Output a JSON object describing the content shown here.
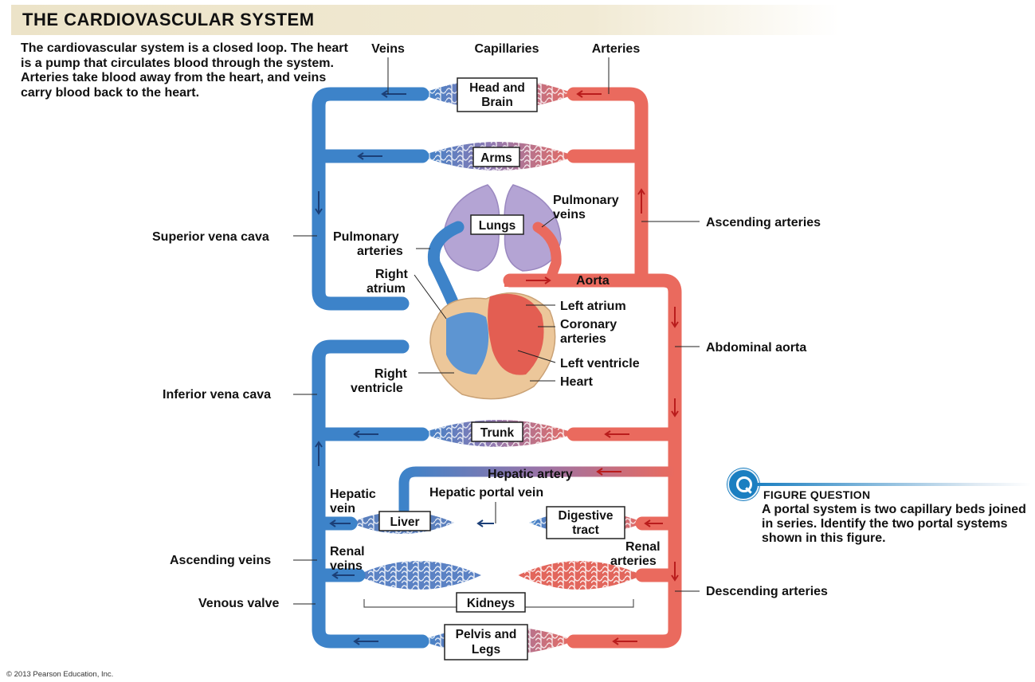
{
  "title": "THE CARDIOVASCULAR SYSTEM",
  "intro": "The cardiovascular system is a closed loop. The heart is a pump that circulates blood through the system. Arteries take blood away from the heart, and veins carry blood back to the heart.",
  "labels": {
    "veins": "Veins",
    "capillaries": "Capillaries",
    "arteries": "Arteries",
    "pulmonary_veins_1": "Pulmonary",
    "pulmonary_veins_2": "veins",
    "ascending_arteries": "Ascending arteries",
    "superior_vena_cava": "Superior vena cava",
    "pulmonary_arteries_1": "Pulmonary",
    "pulmonary_arteries_2": "arteries",
    "right_atrium_1": "Right",
    "right_atrium_2": "atrium",
    "aorta": "Aorta",
    "left_atrium": "Left atrium",
    "coronary_arteries_1": "Coronary",
    "coronary_arteries_2": "arteries",
    "abdominal_aorta": "Abdominal aorta",
    "left_ventricle": "Left ventricle",
    "right_ventricle_1": "Right",
    "right_ventricle_2": "ventricle",
    "heart": "Heart",
    "inferior_vena_cava": "Inferior vena cava",
    "hepatic_artery": "Hepatic artery",
    "hepatic_vein_1": "Hepatic",
    "hepatic_vein_2": "vein",
    "hepatic_portal_vein": "Hepatic portal vein",
    "renal_veins_1": "Renal",
    "renal_veins_2": "veins",
    "renal_arteries_1": "Renal",
    "renal_arteries_2": "arteries",
    "ascending_veins": "Ascending veins",
    "descending_arteries": "Descending arteries",
    "venous_valve": "Venous valve"
  },
  "boxes": {
    "head_brain_1": "Head and",
    "head_brain_2": "Brain",
    "arms": "Arms",
    "lungs": "Lungs",
    "trunk": "Trunk",
    "liver": "Liver",
    "digestive_1": "Digestive",
    "digestive_2": "tract",
    "kidneys": "Kidneys",
    "pelvis_1": "Pelvis and",
    "pelvis_2": "Legs"
  },
  "figure_question": {
    "heading": "FIGURE QUESTION",
    "text": "A portal system is two capillary beds joined in series. Identify the two portal systems shown in this figure."
  },
  "copyright": "© 2013 Pearson Education, Inc.",
  "colors": {
    "vein": "#3d83c9",
    "artery": "#ea6a5e",
    "capillary": "#8f7ab3",
    "lung": "#b4a4d4",
    "heart_wall": "#ecc79a",
    "title_band": "#ece3c8",
    "accent": "#1b7fc1"
  },
  "icons": [
    "question-icon"
  ]
}
